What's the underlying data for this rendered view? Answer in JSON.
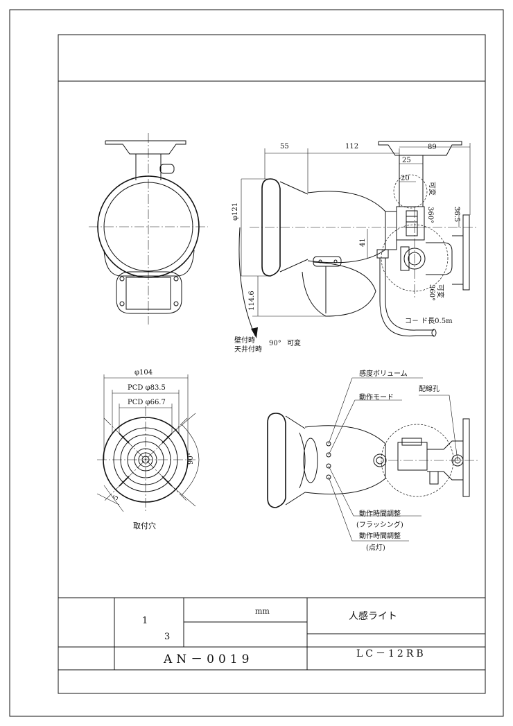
{
  "labels": {
    "dim_55": "55",
    "dim_112": "112",
    "dim_89": "89",
    "dim_25": "25",
    "dim_20": "20",
    "dim_kahen_top": "可変",
    "dim_360_a": "360°",
    "dim_36_5": "36.5",
    "dim_phi121": "φ121",
    "dim_41": "41",
    "dim_114_6": "114.6",
    "dim_360_b": "360°",
    "dim_kahen_b": "可変",
    "cord": "コ－ ド長0.5m",
    "wall_mount": "壁付時",
    "ceiling_mount": "天井付時",
    "angle_90": "90°",
    "angle_kahen": "可変",
    "phi104": "φ104",
    "pcd835": "PCD φ83.5",
    "pcd667": "PCD φ66.7",
    "deg90": "90°",
    "five": "5",
    "mount_hole": "取付穴",
    "sensitivity": "感度ボリューム",
    "mode": "動作モード",
    "wiring_hole": "配線孔",
    "time_flash_1": "動作時間調整",
    "time_flash_2": "(フラッシング)",
    "time_light_1": "動作時間調整",
    "time_light_2": "(点灯)"
  },
  "titleblock": {
    "num1": "1",
    "num3": "3",
    "unit": "mm",
    "product": "人感ライト",
    "drawing_no": "AN－0019",
    "model": "LC－12RB"
  }
}
